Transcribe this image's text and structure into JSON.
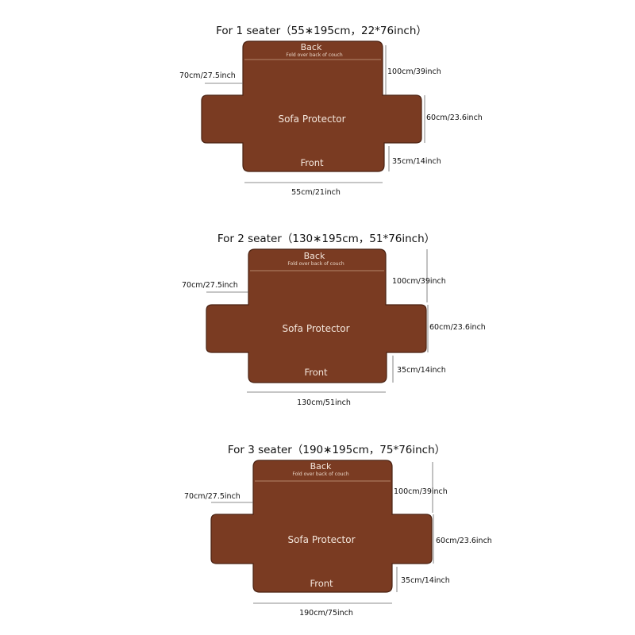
{
  "colors": {
    "cover": "#7a3b22",
    "cover_outline": "#4a2212",
    "text_on_cover": "#f3e6dc",
    "background": "#ffffff"
  },
  "seaters": [
    {
      "title": "For 1 seater（55∗195cm，22*76inch）",
      "back_label": "Back",
      "fold_label": "Fold over back of couch",
      "center_label": "Sofa Protector",
      "front_label": "Front",
      "dim_left": "70cm/27.5inch",
      "dim_back_right": "100cm/39inch",
      "dim_arm_right": "60cm/23.6inch",
      "dim_front_right": "35cm/14inch",
      "dim_bottom": "55cm/21inch"
    },
    {
      "title": "For 2 seater（130∗195cm，51*76inch）",
      "back_label": "Back",
      "fold_label": "Fold over back of couch",
      "center_label": "Sofa Protector",
      "front_label": "Front",
      "dim_left": "70cm/27.5inch",
      "dim_back_right": "100cm/39inch",
      "dim_arm_right": "60cm/23.6inch",
      "dim_front_right": "35cm/14inch",
      "dim_bottom": "130cm/51inch"
    },
    {
      "title": "For 3 seater（190∗195cm，75*76inch）",
      "back_label": "Back",
      "fold_label": "Fold over back of couch",
      "center_label": "Sofa Protector",
      "front_label": "Front",
      "dim_left": "70cm/27.5inch",
      "dim_back_right": "100cm/39inch",
      "dim_arm_right": "60cm/23.6inch",
      "dim_front_right": "35cm/14inch",
      "dim_bottom": "190cm/75inch"
    }
  ]
}
